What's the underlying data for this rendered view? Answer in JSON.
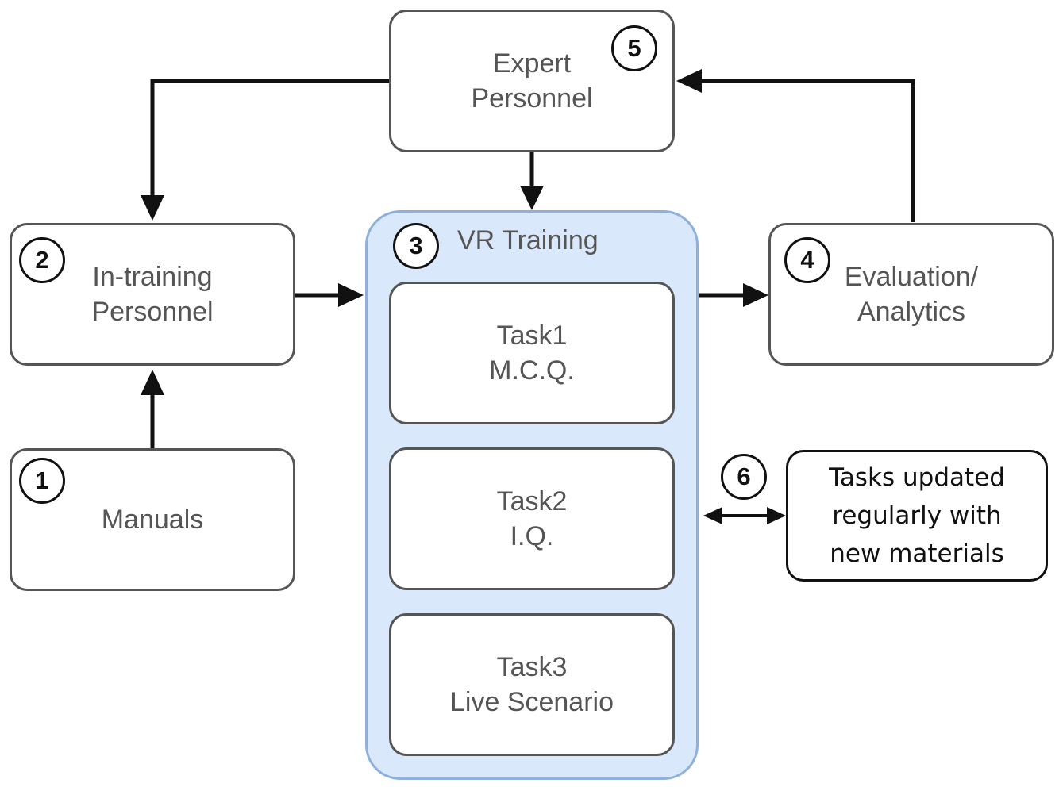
{
  "nodes": {
    "expert": {
      "badge": "5",
      "lines": [
        "Expert",
        "Personnel"
      ]
    },
    "in_training": {
      "badge": "2",
      "lines": [
        "In-training",
        "Personnel"
      ]
    },
    "manuals": {
      "badge": "1",
      "lines": [
        "Manuals"
      ]
    },
    "vr_training": {
      "badge": "3",
      "title": "VR Training",
      "tasks": [
        {
          "lines": [
            "Task1",
            "M.C.Q."
          ]
        },
        {
          "lines": [
            "Task2",
            "I.Q."
          ]
        },
        {
          "lines": [
            "Task3",
            "Live Scenario"
          ]
        }
      ]
    },
    "evaluation": {
      "badge": "4",
      "lines": [
        "Evaluation/",
        "Analytics"
      ]
    },
    "tasks_update": {
      "badge": "6",
      "lines": [
        "Tasks updated",
        "regularly with",
        "new materials"
      ]
    }
  },
  "colors": {
    "box_border": "#555555",
    "text": "#555555",
    "arrow": "#111111",
    "container_fill": "#dae8fc",
    "container_border": "#8fb0dc"
  }
}
